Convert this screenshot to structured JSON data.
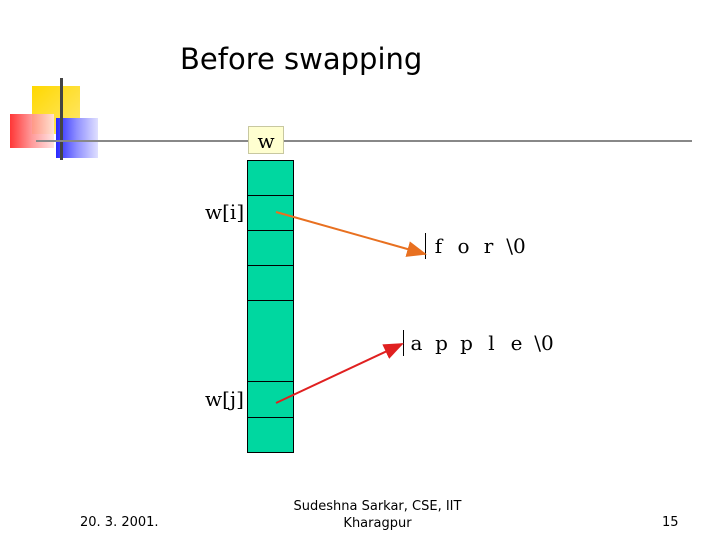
{
  "slide": {
    "title": "Before swapping",
    "var_label": "w",
    "wi_label": "w[i]",
    "wj_label": "w[j]",
    "string1": [
      "f",
      "o",
      "r",
      "\\0"
    ],
    "string2": [
      "a",
      "p",
      "p",
      "l",
      "e",
      "\\0"
    ]
  },
  "footer": {
    "date": "20. 3. 2001.",
    "author_line1": "Sudeshna Sarkar, CSE, IIT",
    "author_line2": "Kharagpur",
    "page_number": "15"
  },
  "colors": {
    "array_fill": "#00d7a0",
    "arrow_i": "#e87020",
    "arrow_j": "#e02020",
    "deco_yellow": "#ffd800",
    "deco_red": "#ff3030",
    "deco_blue": "#3030ff"
  }
}
